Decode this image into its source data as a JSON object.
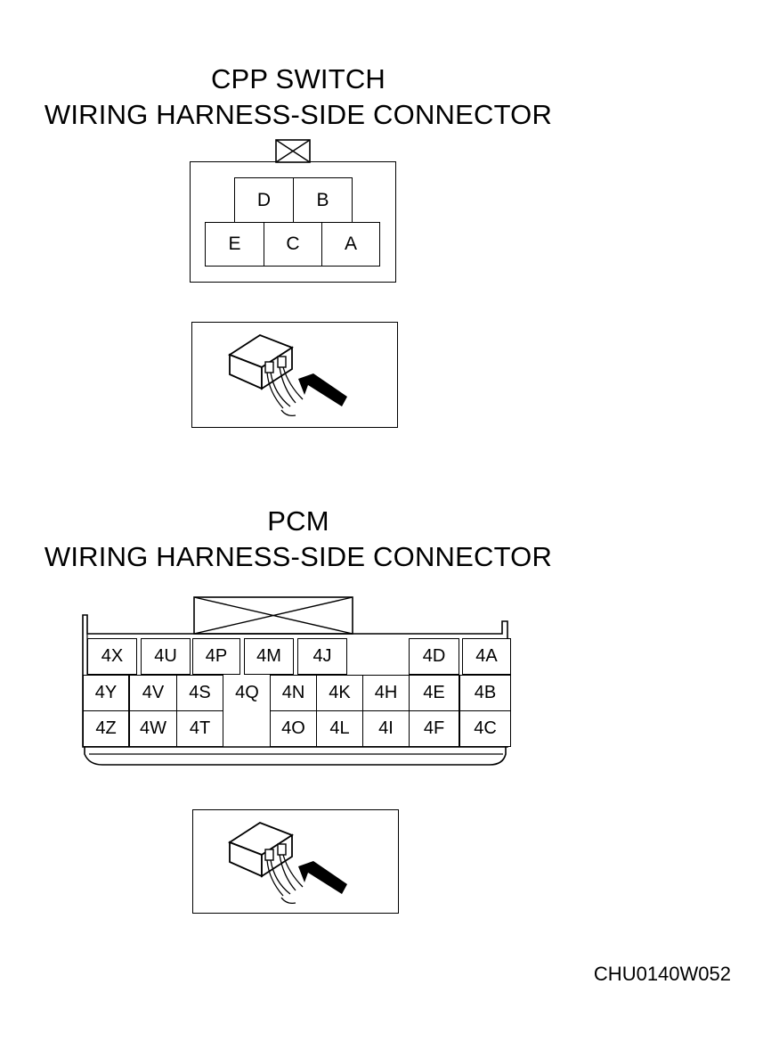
{
  "cpp": {
    "title_line1": "CPP SWITCH",
    "title_line2": "WIRING HARNESS-SIDE CONNECTOR",
    "pins": [
      "D",
      "B",
      "E",
      "C",
      "A"
    ]
  },
  "pcm": {
    "title_line1": "PCM",
    "title_line2": "WIRING HARNESS-SIDE CONNECTOR",
    "pins": [
      "4X",
      "4U",
      "4P",
      "4M",
      "4J",
      "4D",
      "4A",
      "4Y",
      "4V",
      "4S",
      "4Q",
      "4N",
      "4K",
      "4H",
      "4E",
      "4B",
      "4Z",
      "4W",
      "4T",
      "4O",
      "4L",
      "4I",
      "4F",
      "4C"
    ]
  },
  "figure_code": "CHU0140W052"
}
